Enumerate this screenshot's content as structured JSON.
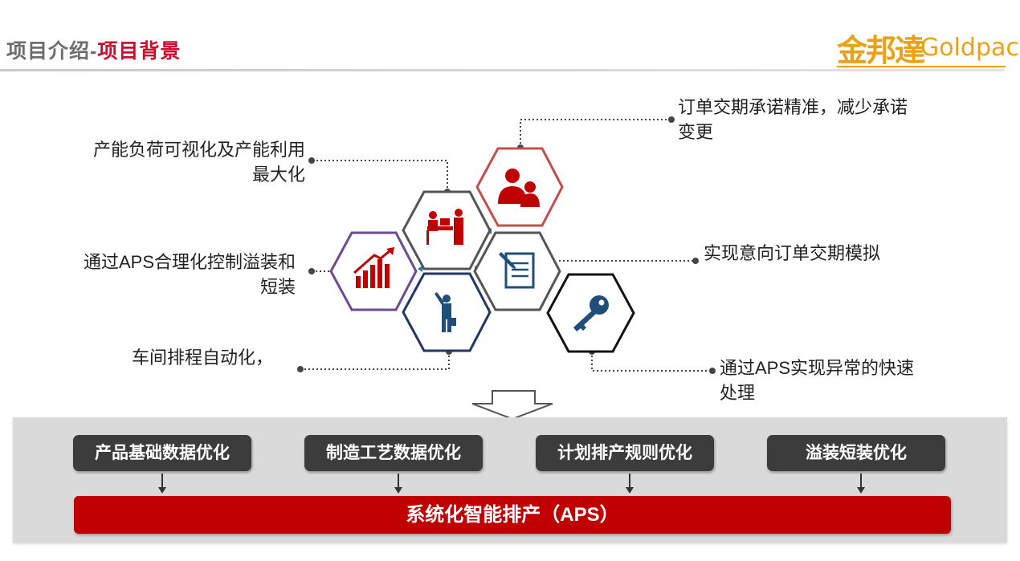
{
  "header": {
    "title_prefix": "项目介绍-",
    "title_main": "项目背景",
    "logo_cn": "金邦達",
    "logo_en": "Goldpac"
  },
  "callouts": {
    "top_right": "订单交期承诺精准，减少承诺变更",
    "top_left": "产能负荷可视化及产能利用最大化",
    "mid_left": "通过APS合理化控制溢装和短装",
    "mid_right": "实现意向订单交期模拟",
    "bottom_left": "车间排程自动化，",
    "bottom_right": "通过APS实现异常的快速处理"
  },
  "hexagons": [
    {
      "name": "people",
      "icon": "people-icon",
      "border": "#c0504d"
    },
    {
      "name": "meeting",
      "icon": "meeting-icon",
      "border": "#555555"
    },
    {
      "name": "growth",
      "icon": "growth-chart-icon",
      "border": "#6a4c93"
    },
    {
      "name": "document",
      "icon": "document-edit-icon",
      "border": "#555555"
    },
    {
      "name": "businessman",
      "icon": "businessman-icon",
      "border": "#1f3864"
    },
    {
      "name": "key",
      "icon": "key-icon",
      "border": "#111111"
    }
  ],
  "optimizations": [
    "产品基础数据优化",
    "制造工艺数据优化",
    "计划排产规则优化",
    "溢装短装优化"
  ],
  "result": "系统化智能排产（APS）",
  "colors": {
    "accent_red": "#c00000",
    "title_red": "#c8102e",
    "logo_gold": "#e8a21a",
    "icon_red": "#c00000",
    "icon_blue": "#1f4e79",
    "tag_dark": "#3c3c3c"
  }
}
